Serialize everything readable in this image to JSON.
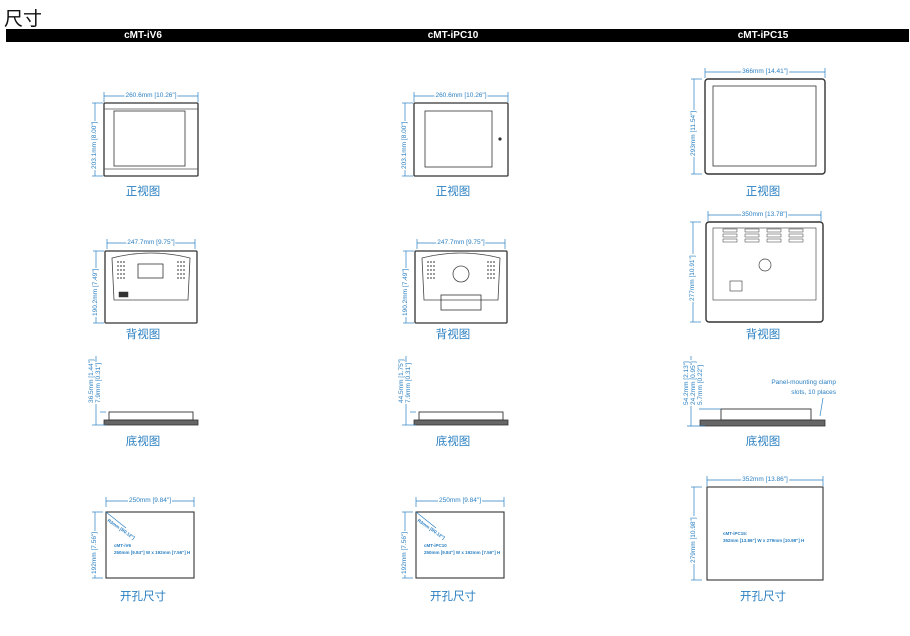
{
  "title": "尺寸",
  "models": [
    {
      "name": "cMT-iV6",
      "front": {
        "label": "正视图",
        "width": "260.6mm [10.26\"]",
        "height": "203.1mm [8.00\"]"
      },
      "back": {
        "label": "背视图",
        "width": "247.7mm [9.75\"]",
        "height": "190.2mm [7.49\"]"
      },
      "bottom": {
        "label": "底视图",
        "dims": [
          "36.5mm [1.44\"]",
          "7.9mm [0.31\"]"
        ]
      },
      "cutout": {
        "label": "开孔尺寸",
        "width": "250mm [9.84\"]",
        "height": "192mm [7.56\"]",
        "radius": "R3mm [R0.12\"]",
        "note_title": "cMT-iV6",
        "note": "250mm [9.84\"] W x 192mm [7.56\"] H"
      }
    },
    {
      "name": "cMT-iPC10",
      "front": {
        "label": "正视图",
        "width": "260.6mm [10.26\"]",
        "height": "203.1mm [8.00\"]"
      },
      "back": {
        "label": "背视图",
        "width": "247.7mm [9.75\"]",
        "height": "190.2mm [7.49\"]"
      },
      "bottom": {
        "label": "底视图",
        "dims": [
          "44.5mm [1.75\"]",
          "7.9mm [0.31\"]"
        ]
      },
      "cutout": {
        "label": "开孔尺寸",
        "width": "250mm [9.84\"]",
        "height": "192mm [7.56\"]",
        "radius": "R3mm [R0.12\"]",
        "note_title": "cMT-iPC10",
        "note": "250mm [9.84\"] W x 192mm [7.56\"] H"
      }
    },
    {
      "name": "cMT-iPC15",
      "front": {
        "label": "正视图",
        "width": "366mm [14.41\"]",
        "height": "293mm [11.54\"]"
      },
      "back": {
        "label": "背视图",
        "width": "350mm [13.78\"]",
        "height": "277mm [10.91\"]"
      },
      "bottom": {
        "label": "底视图",
        "dims": [
          "54.2mm [2.13\"]",
          "24.2mm [0.95\"]",
          "5.7mm [0.22\"]"
        ],
        "note": "Panel-mounting clamp slots, 10 places"
      },
      "cutout": {
        "label": "开孔尺寸",
        "width": "352mm [13.86\"]",
        "height": "279mm [10.98\"]",
        "note_title": "cMT-iPC15:",
        "note": "352mm [13.86\"] W x 279mm [10.98\"] H"
      }
    }
  ]
}
